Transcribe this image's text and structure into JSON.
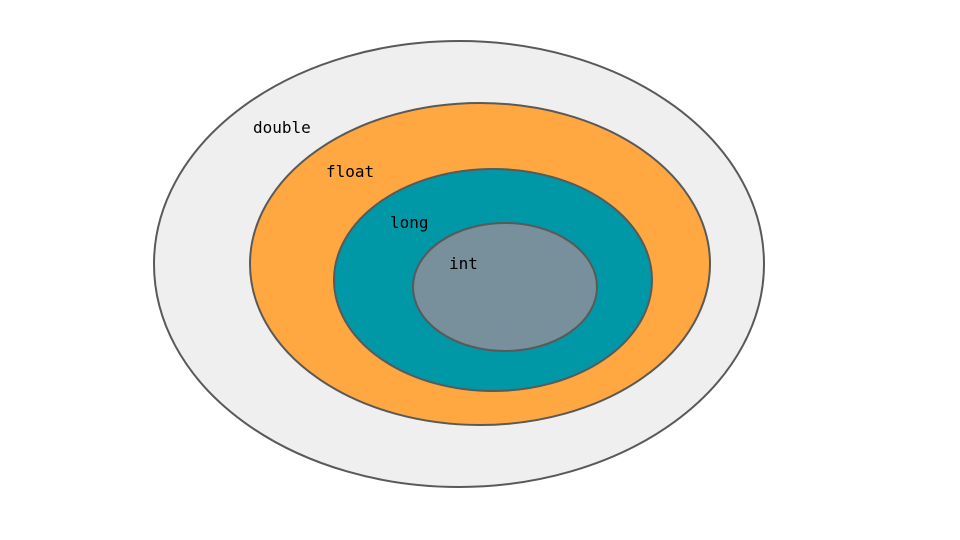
{
  "diagram": {
    "sets": [
      {
        "label": "double",
        "color": "#efefef"
      },
      {
        "label": "float",
        "color": "#ffa841"
      },
      {
        "label": "long",
        "color": "#0097a7"
      },
      {
        "label": "int",
        "color": "#78909c"
      }
    ],
    "outline_color": "#595959"
  }
}
